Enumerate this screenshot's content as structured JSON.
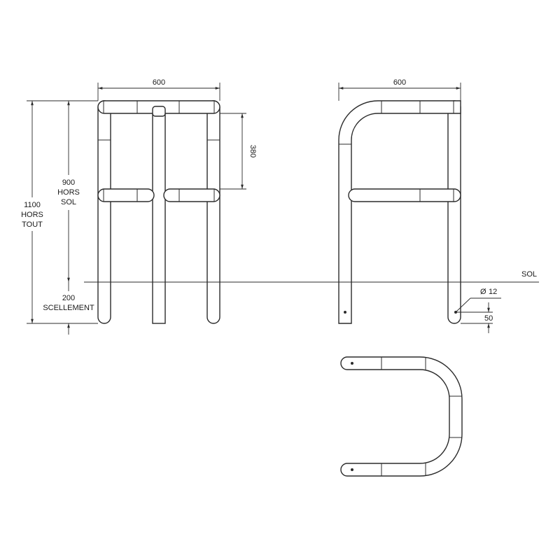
{
  "dimensions": {
    "front_width": "600",
    "side_width": "600",
    "rail_spacing": "380",
    "height_above_ground": [
      "900",
      "HORS",
      "SOL"
    ],
    "total_height": [
      "1100",
      "HORS",
      "TOUT"
    ],
    "embedment": [
      "200",
      "SCELLEMENT"
    ],
    "hole_diameter": "12",
    "hole_offset": "50"
  },
  "labels": {
    "ground": "SOL",
    "diameter_symbol": "Ø"
  }
}
